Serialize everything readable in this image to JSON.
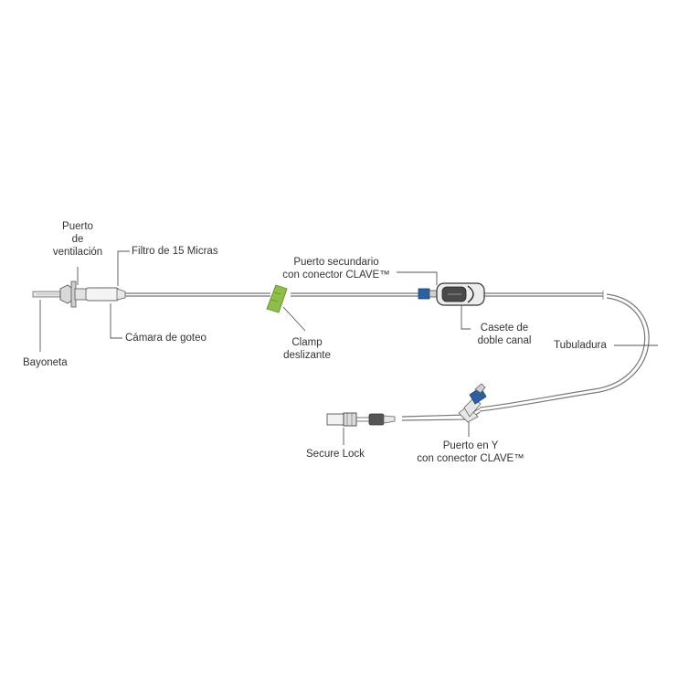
{
  "labels": {
    "puerto_ventilacion": [
      "Puerto",
      "de",
      "ventilación"
    ],
    "filtro": "Filtro de 15 Micras",
    "puerto_secundario": [
      "Puerto secundario",
      "con conector CLAVE™"
    ],
    "bayoneta": "Bayoneta",
    "camara_goteo": "Cámara de goteo",
    "clamp": [
      "Clamp",
      "deslizante"
    ],
    "casete": [
      "Casete de",
      "doble canal"
    ],
    "tubuladura": "Tubuladura",
    "secure_lock": "Secure Lock",
    "puerto_y": [
      "Puerto en Y",
      "con conector CLAVE™"
    ]
  },
  "colors": {
    "line": "#555555",
    "tube": "#777777",
    "clamp_green": "#8fbf4a",
    "connector_blue": "#2e5f9e",
    "cassette_dark": "#3a3a3a"
  }
}
